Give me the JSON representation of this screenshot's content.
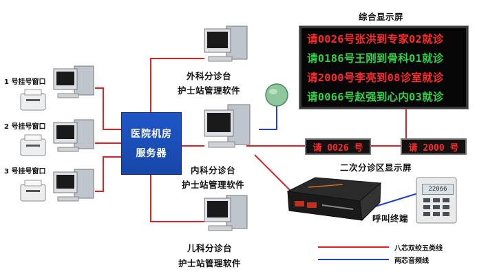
{
  "server": {
    "line1": "医院机房",
    "line2": "服务器"
  },
  "registration_windows": [
    "1 号挂号窗口",
    "2 号挂号窗口",
    "3 号挂号窗口"
  ],
  "stations": {
    "surgery": {
      "line1": "外科分诊台",
      "line2": "护士站管理软件"
    },
    "internal": {
      "line1": "内科分诊台",
      "line2": "护士站管理软件"
    },
    "pediatrics": {
      "line1": "儿科分诊台",
      "line2": "护士站管理软件"
    }
  },
  "main_display": {
    "title": "综合显示屏",
    "lines": [
      {
        "text": "请0026号张洪到专家02就诊",
        "color": "#ff2b2b"
      },
      {
        "text": "请0186号王刚到骨科01就诊",
        "color": "#33d04a"
      },
      {
        "text": "请2000号李亮到08诊室就诊",
        "color": "#ff2b2b"
      },
      {
        "text": "请0066号赵强到心内03就诊",
        "color": "#33d04a"
      }
    ]
  },
  "secondary_display": {
    "title": "二次分诊区显示屏",
    "left": "请 0026 号",
    "right": "请 2000 号"
  },
  "call_terminal": {
    "label": "呼叫终端",
    "screen": "22066"
  },
  "legend": [
    {
      "label": "八芯双绞五类线",
      "color": "#e02020"
    },
    {
      "label": "两芯音频线",
      "color": "#1f3fd0"
    }
  ]
}
